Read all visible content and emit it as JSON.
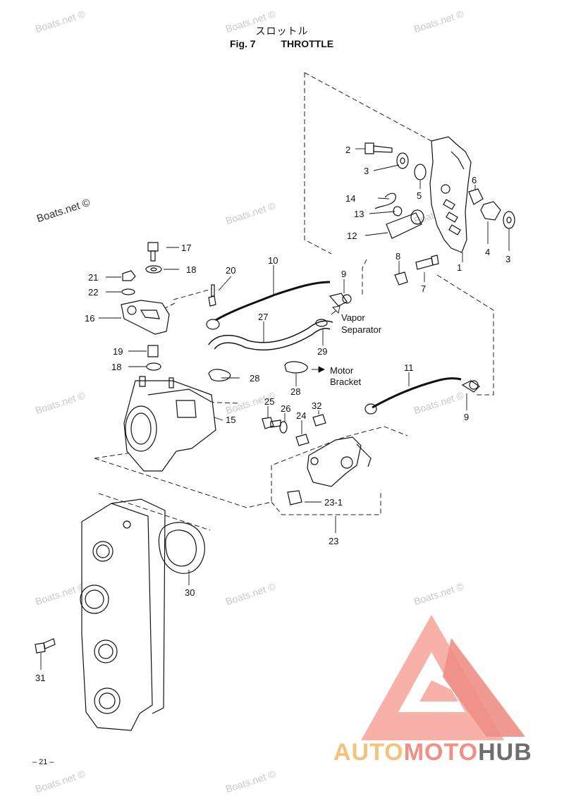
{
  "header": {
    "title_jp": "スロットル",
    "fig_label": "Fig. 7",
    "title_en": "THROTTLE"
  },
  "watermarks": {
    "text": "Boats.net ©"
  },
  "callouts": {
    "c1": "1",
    "c2": "2",
    "c3a": "3",
    "c3b": "3",
    "c4": "4",
    "c5": "5",
    "c6": "6",
    "c7": "7",
    "c8": "8",
    "c9a": "9",
    "c9b": "9",
    "c10": "10",
    "c11": "11",
    "c12": "12",
    "c13": "13",
    "c14": "14",
    "c15": "15",
    "c16": "16",
    "c17": "17",
    "c18a": "18",
    "c18b": "18",
    "c19": "19",
    "c20": "20",
    "c21": "21",
    "c22": "22",
    "c23": "23",
    "c23_1": "23-1",
    "c24": "24",
    "c25": "25",
    "c26": "26",
    "c27": "27",
    "c28a": "28",
    "c28b": "28",
    "c29": "29",
    "c30": "30",
    "c31": "31",
    "c32": "32"
  },
  "labels": {
    "vapor_1": "Vapor",
    "vapor_2": "Separator",
    "motor_1": "Motor",
    "motor_2": "Bracket"
  },
  "footer": {
    "page_number": "– 21 –"
  },
  "brand": {
    "part1": "AUTO",
    "part2": "MOTO",
    "part3": "HUB",
    "color_yellow": "#f4c27a",
    "color_red": "#ef8f86",
    "color_gray": "#6e6e6e"
  }
}
